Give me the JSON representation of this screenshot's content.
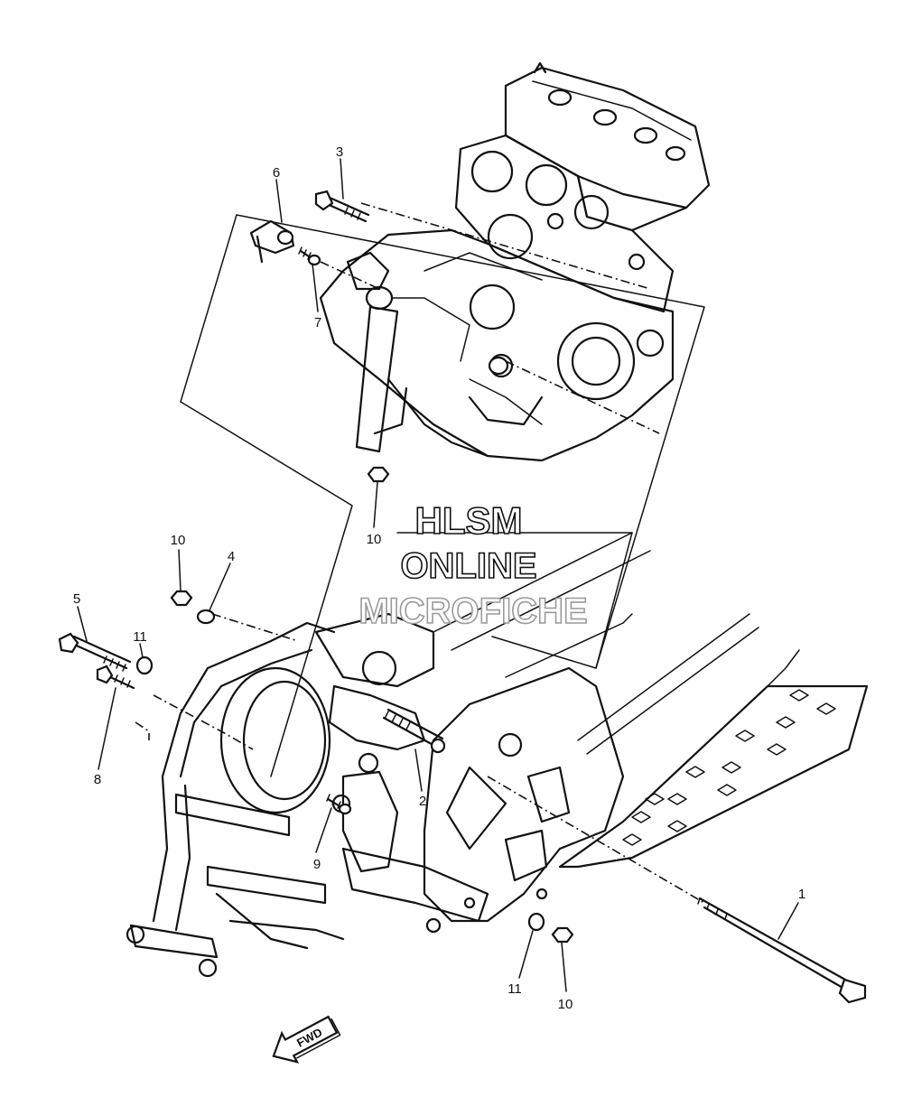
{
  "watermark": {
    "line1": "HLSM",
    "line2": "ONLINE",
    "line3": "MICROFICHE"
  },
  "direction_arrow": {
    "label": "FWD"
  },
  "callouts": [
    {
      "id": "c1",
      "label": "1"
    },
    {
      "id": "c2",
      "label": "2"
    },
    {
      "id": "c3",
      "label": "3"
    },
    {
      "id": "c4",
      "label": "4"
    },
    {
      "id": "c5",
      "label": "5"
    },
    {
      "id": "c6",
      "label": "6"
    },
    {
      "id": "c7",
      "label": "7"
    },
    {
      "id": "c8",
      "label": "8"
    },
    {
      "id": "c9",
      "label": "9"
    },
    {
      "id": "c10a",
      "label": "10"
    },
    {
      "id": "c10b",
      "label": "10"
    },
    {
      "id": "c10c",
      "label": "10"
    },
    {
      "id": "c11a",
      "label": "11"
    },
    {
      "id": "c11b",
      "label": "11"
    }
  ]
}
